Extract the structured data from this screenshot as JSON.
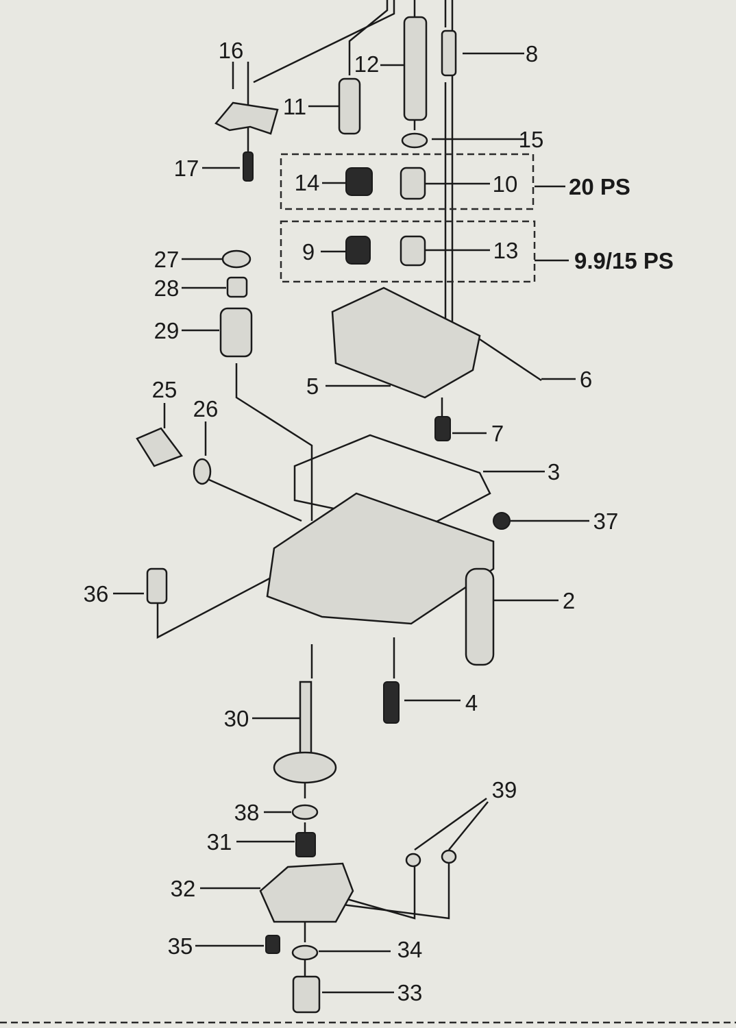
{
  "diagram": {
    "title": "Carburetor float chamber exploded view",
    "part_numbers": [
      "2",
      "3",
      "4",
      "5",
      "6",
      "7",
      "8",
      "9",
      "10",
      "11",
      "12",
      "13",
      "14",
      "15",
      "16",
      "17",
      "25",
      "26",
      "27",
      "28",
      "29",
      "30",
      "31",
      "32",
      "33",
      "34",
      "35",
      "36",
      "37",
      "38",
      "39"
    ],
    "groups": {
      "group_20": "20 PS",
      "group_9915": "9.9/15 PS"
    }
  }
}
